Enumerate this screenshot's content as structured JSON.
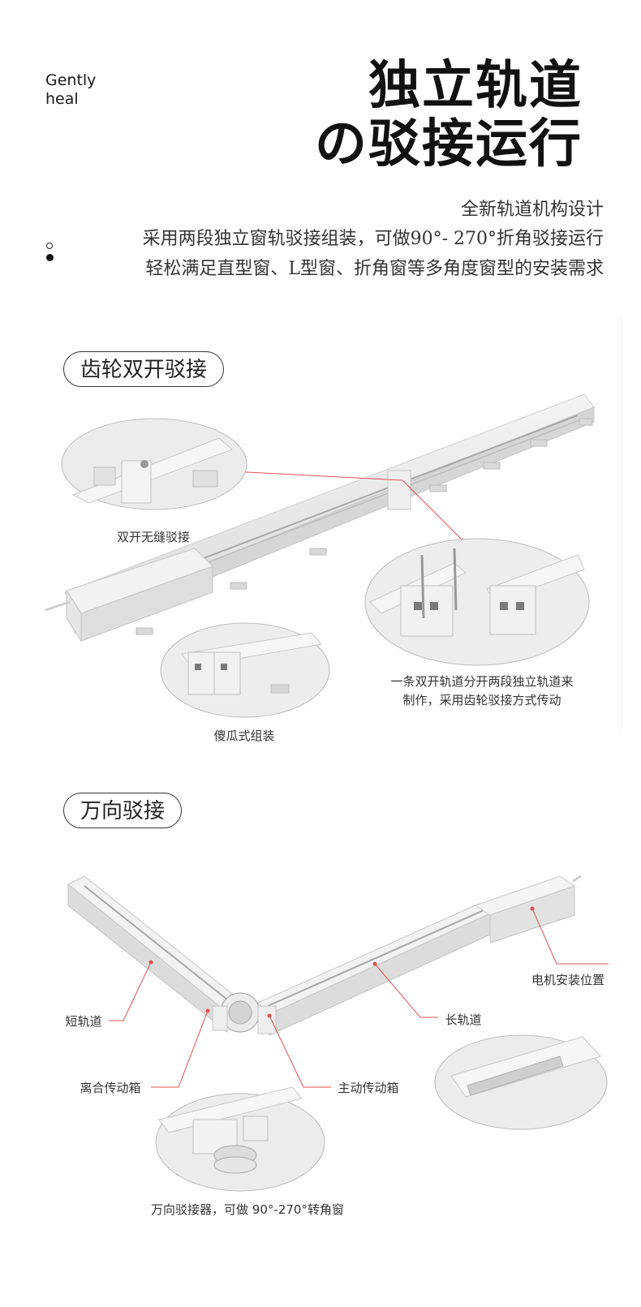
{
  "brand": {
    "line1": "Gently",
    "line2": "heal"
  },
  "title": {
    "line1": "独立轨道",
    "line2": "の驳接运行"
  },
  "intro": {
    "line1": "全新轨道机构设计",
    "line2": "采用两段独立窗轨驳接组装，可做90°- 270°折角驳接运行",
    "line3": "轻松满足直型窗、L型窗、折角窗等多角度窗型的安装需求"
  },
  "section1": {
    "label": "齿轮双开驳接",
    "caption_seamless": "双开无缝驳接",
    "caption_split_1": "一条双开轨道分开两段独立轨道来",
    "caption_split_2": "制作，采用齿轮驳接方式传动",
    "caption_assembly": "傻瓜式组装"
  },
  "section2": {
    "label": "万向驳接",
    "caption_motor": "电机安装位置",
    "caption_short": "短轨道",
    "caption_long": "长轨道",
    "caption_clutch": "离合传动箱",
    "caption_drive": "主动传动箱",
    "caption_universal": "万向驳接器，可做 90°-270°转角窗"
  },
  "colors": {
    "accent_line": "#e05050",
    "rail": "#e9e9e9",
    "rail_dark": "#c9c9c9"
  }
}
